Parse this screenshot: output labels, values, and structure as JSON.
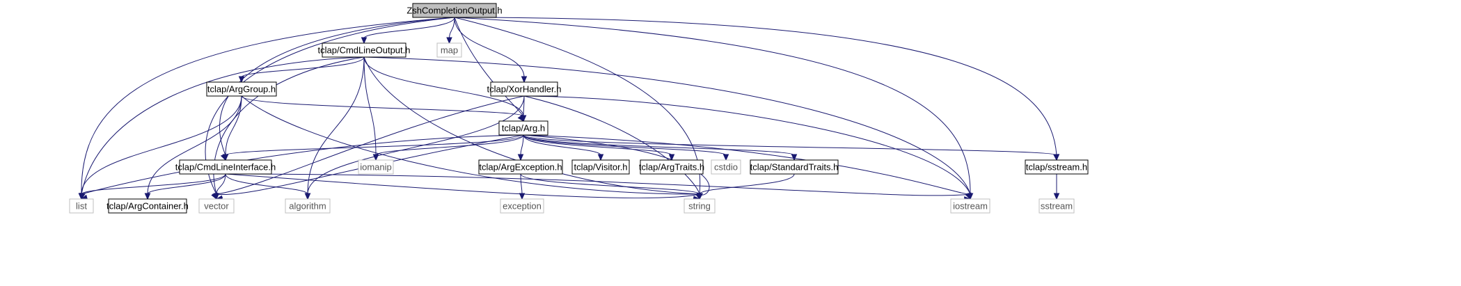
{
  "diagram": {
    "nodes": [
      {
        "id": "zsh",
        "label": "ZshCompletionOutput.h",
        "kind": "root"
      },
      {
        "id": "cmdlineoutput",
        "label": "tclap/CmdLineOutput.h",
        "kind": "local"
      },
      {
        "id": "map",
        "label": "map",
        "kind": "system"
      },
      {
        "id": "xorhandler",
        "label": "tclap/XorHandler.h",
        "kind": "local"
      },
      {
        "id": "arggroup",
        "label": "tclap/ArgGroup.h",
        "kind": "local"
      },
      {
        "id": "arg",
        "label": "tclap/Arg.h",
        "kind": "local"
      },
      {
        "id": "cmdlineinterface",
        "label": "tclap/CmdLineInterface.h",
        "kind": "local"
      },
      {
        "id": "iomanip",
        "label": "iomanip",
        "kind": "system"
      },
      {
        "id": "argexception",
        "label": "tclap/ArgException.h",
        "kind": "local"
      },
      {
        "id": "visitor",
        "label": "tclap/Visitor.h",
        "kind": "local"
      },
      {
        "id": "argtraits",
        "label": "tclap/ArgTraits.h",
        "kind": "local"
      },
      {
        "id": "cstdio",
        "label": "cstdio",
        "kind": "system"
      },
      {
        "id": "standardtraits",
        "label": "tclap/StandardTraits.h",
        "kind": "local"
      },
      {
        "id": "sstreamh",
        "label": "tclap/sstream.h",
        "kind": "local"
      },
      {
        "id": "list",
        "label": "list",
        "kind": "system"
      },
      {
        "id": "argcontainer",
        "label": "tclap/ArgContainer.h",
        "kind": "local"
      },
      {
        "id": "vector",
        "label": "vector",
        "kind": "system"
      },
      {
        "id": "algorithm",
        "label": "algorithm",
        "kind": "system"
      },
      {
        "id": "string",
        "label": "string",
        "kind": "system"
      },
      {
        "id": "exception",
        "label": "exception",
        "kind": "system"
      },
      {
        "id": "iostream",
        "label": "iostream",
        "kind": "system"
      },
      {
        "id": "sstream",
        "label": "sstream",
        "kind": "system"
      }
    ],
    "edges": [
      {
        "from": "zsh",
        "to": "cmdlineoutput"
      },
      {
        "from": "zsh",
        "to": "map"
      },
      {
        "from": "zsh",
        "to": "xorhandler"
      },
      {
        "from": "zsh",
        "to": "arg"
      },
      {
        "from": "zsh",
        "to": "cmdlineinterface"
      },
      {
        "from": "zsh",
        "to": "list"
      },
      {
        "from": "zsh",
        "to": "vector"
      },
      {
        "from": "zsh",
        "to": "string"
      },
      {
        "from": "zsh",
        "to": "iostream"
      },
      {
        "from": "zsh",
        "to": "sstreamh"
      },
      {
        "from": "cmdlineoutput",
        "to": "arggroup"
      },
      {
        "from": "cmdlineoutput",
        "to": "arg"
      },
      {
        "from": "cmdlineoutput",
        "to": "list"
      },
      {
        "from": "cmdlineoutput",
        "to": "vector"
      },
      {
        "from": "cmdlineoutput",
        "to": "iomanip"
      },
      {
        "from": "cmdlineoutput",
        "to": "algorithm"
      },
      {
        "from": "cmdlineoutput",
        "to": "string"
      },
      {
        "from": "cmdlineoutput",
        "to": "iostream"
      },
      {
        "from": "arggroup",
        "to": "arg"
      },
      {
        "from": "arggroup",
        "to": "cmdlineinterface"
      },
      {
        "from": "arggroup",
        "to": "list"
      },
      {
        "from": "arggroup",
        "to": "argcontainer"
      },
      {
        "from": "arggroup",
        "to": "string"
      },
      {
        "from": "xorhandler",
        "to": "arg"
      },
      {
        "from": "xorhandler",
        "to": "vector"
      },
      {
        "from": "xorhandler",
        "to": "algorithm"
      },
      {
        "from": "xorhandler",
        "to": "string"
      },
      {
        "from": "xorhandler",
        "to": "iostream"
      },
      {
        "from": "arg",
        "to": "cmdlineinterface"
      },
      {
        "from": "arg",
        "to": "list"
      },
      {
        "from": "arg",
        "to": "vector"
      },
      {
        "from": "arg",
        "to": "iomanip"
      },
      {
        "from": "arg",
        "to": "argexception"
      },
      {
        "from": "arg",
        "to": "visitor"
      },
      {
        "from": "arg",
        "to": "argtraits"
      },
      {
        "from": "arg",
        "to": "cstdio"
      },
      {
        "from": "arg",
        "to": "standardtraits"
      },
      {
        "from": "arg",
        "to": "sstreamh"
      },
      {
        "from": "arg",
        "to": "string"
      },
      {
        "from": "arg",
        "to": "iostream"
      },
      {
        "from": "cmdlineinterface",
        "to": "list"
      },
      {
        "from": "cmdlineinterface",
        "to": "argcontainer"
      },
      {
        "from": "cmdlineinterface",
        "to": "vector"
      },
      {
        "from": "cmdlineinterface",
        "to": "algorithm"
      },
      {
        "from": "cmdlineinterface",
        "to": "string"
      },
      {
        "from": "cmdlineinterface",
        "to": "iostream"
      },
      {
        "from": "argexception",
        "to": "exception"
      },
      {
        "from": "argexception",
        "to": "string"
      },
      {
        "from": "standardtraits",
        "to": "string"
      },
      {
        "from": "sstreamh",
        "to": "sstream"
      }
    ]
  }
}
